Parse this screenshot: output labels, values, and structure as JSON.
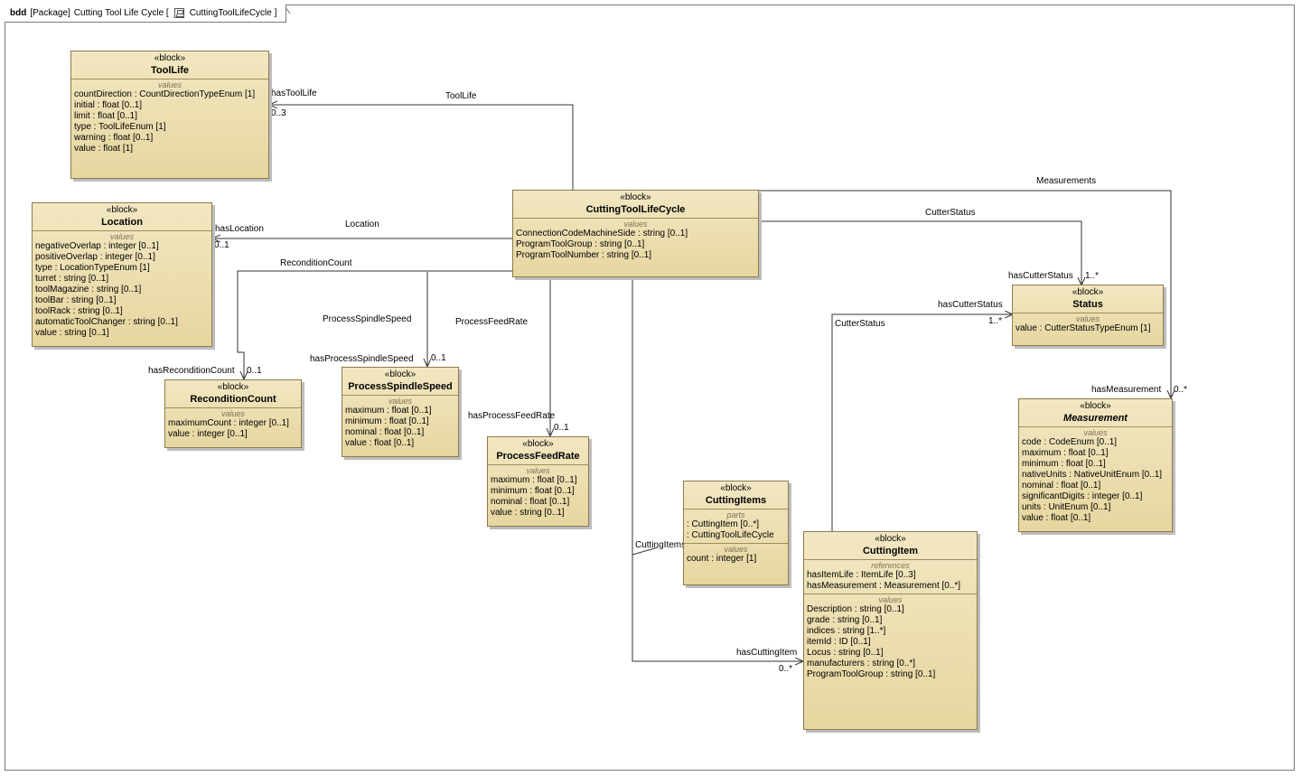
{
  "frame": {
    "kind": "bdd",
    "package": "[Package]",
    "name": "Cutting Tool Life Cycle [",
    "icon": "block-diagram-icon",
    "diagram": "CuttingToolLifeCycle ]"
  },
  "blocks": {
    "toollife": {
      "stereotype": "«block»",
      "name": "ToolLife",
      "values_title": "values",
      "values": [
        "countDirection : CountDirectionTypeEnum [1]",
        "initial : float [0..1]",
        "limit : float [0..1]",
        "type : ToolLifeEnum [1]",
        "warning : float [0..1]",
        "value : float [1]"
      ]
    },
    "location": {
      "stereotype": "«block»",
      "name": "Location",
      "values_title": "values",
      "values": [
        "negativeOverlap : integer [0..1]",
        "positiveOverlap : integer [0..1]",
        "type : LocationTypeEnum [1]",
        "turret : string [0..1]",
        "toolMagazine : string [0..1]",
        "toolBar : string [0..1]",
        "toolRack : string [0..1]",
        "automaticToolChanger : string [0..1]",
        "value : string [0..1]"
      ]
    },
    "ctlc": {
      "stereotype": "«block»",
      "name": "CuttingToolLifeCycle",
      "values_title": "values",
      "values": [
        "ConnectionCodeMachineSide : string [0..1]",
        "ProgramToolGroup : string [0..1]",
        "ProgramToolNumber : string [0..1]"
      ]
    },
    "recond": {
      "stereotype": "«block»",
      "name": "ReconditionCount",
      "values_title": "values",
      "values": [
        "maximumCount : integer [0..1]",
        "value : integer [0..1]"
      ]
    },
    "pss": {
      "stereotype": "«block»",
      "name": "ProcessSpindleSpeed",
      "values_title": "values",
      "values": [
        "maximum : float [0..1]",
        "minimum : float [0..1]",
        "nominal : float [0..1]",
        "value : float [0..1]"
      ]
    },
    "pfr": {
      "stereotype": "«block»",
      "name": "ProcessFeedRate",
      "values_title": "values",
      "values": [
        "maximum : float [0..1]",
        "minimum : float [0..1]",
        "nominal : float [0..1]",
        "value : string [0..1]"
      ]
    },
    "status": {
      "stereotype": "«block»",
      "name": "Status",
      "values_title": "values",
      "values": [
        "value : CutterStatusTypeEnum [1]"
      ]
    },
    "measurement": {
      "stereotype": "«block»",
      "name": "Measurement",
      "values_title": "values",
      "values": [
        "code : CodeEnum [0..1]",
        "maximum : float [0..1]",
        "minimum : float [0..1]",
        "nativeUnits : NativeUnitEnum [0..1]",
        "nominal : float [0..1]",
        "significantDigits : integer [0..1]",
        "units : UnitEnum [0..1]",
        "value : float [0..1]"
      ]
    },
    "items": {
      "stereotype": "«block»",
      "name": "CuttingItems",
      "parts_title": "parts",
      "parts": [
        ": CuttingItem [0..*]",
        ": CuttingToolLifeCycle"
      ],
      "values_title": "values",
      "values": [
        "count : integer [1]"
      ]
    },
    "item": {
      "stereotype": "«block»",
      "name": "CuttingItem",
      "references_title": "references",
      "references": [
        "hasItemLife : ItemLife [0..3]",
        "hasMeasurement : Measurement [0..*]"
      ],
      "values_title": "values",
      "values": [
        "Description : string [0..1]",
        "grade : string [0..1]",
        "indices : string [1..*]",
        "itemId : ID [0..1]",
        "Locus : string [0..1]",
        "manufacturers : string [0..*]",
        "ProgramToolGroup : string [0..1]"
      ]
    }
  },
  "labels": {
    "toollife_assoc": "ToolLife",
    "has_tool_life": "hasToolLife",
    "tool_life_mult": "0..3",
    "location_assoc": "Location",
    "has_location": "hasLocation",
    "location_mult": "0..1",
    "recond_assoc": "ReconditionCount",
    "has_recond": "hasReconditionCount",
    "recond_mult": "0..1",
    "pss_assoc": "ProcessSpindleSpeed",
    "has_pss": "hasProcessSpindleSpeed",
    "pss_mult": "0..1",
    "pfr_assoc": "ProcessFeedRate",
    "has_pfr": "hasProcessFeedRate",
    "pfr_mult": "0..1",
    "measurements_assoc": "Measurements",
    "has_measurement": "hasMeasurement",
    "measurement_mult": "0..*",
    "cutterstatus_assoc": "CutterStatus",
    "has_cutter_status": "hasCutterStatus",
    "status_mult": "1..*",
    "cutterstatus_assoc2": "CutterStatus",
    "has_cutter_status2": "hasCutterStatus",
    "status_mult2": "1..*",
    "cuttingitems_assoc": "CuttingItems",
    "has_cutting_item": "hasCuttingItem",
    "cutting_item_mult": "0..*"
  }
}
